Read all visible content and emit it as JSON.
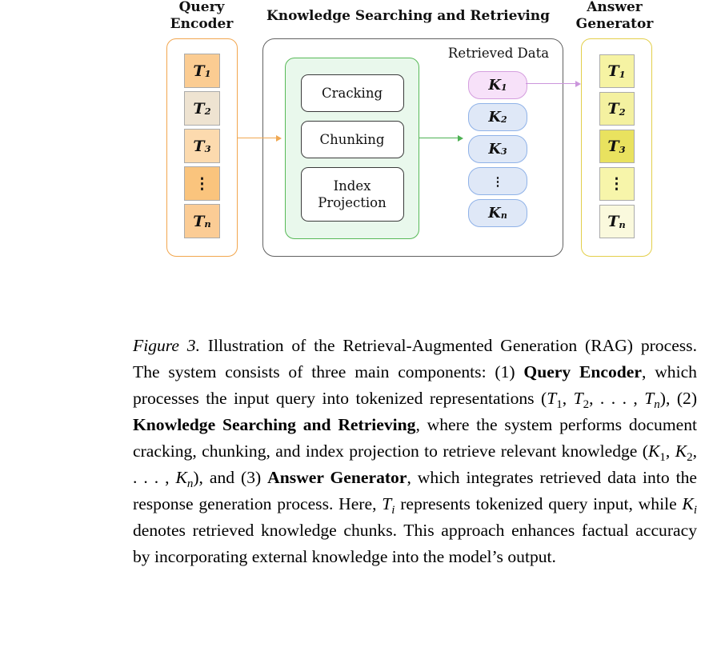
{
  "diagram": {
    "query_encoder": {
      "title_line1": "Query",
      "title_line2": "Encoder",
      "border_color": "#f2a64e",
      "tokens": [
        {
          "main": "T",
          "sub": "1",
          "fill": "#fbcc92"
        },
        {
          "main": "T",
          "sub": "2",
          "fill": "#eee3d1"
        },
        {
          "main": "T",
          "sub": "3",
          "fill": "#fcdaae"
        },
        {
          "main": "⋮",
          "sub": "",
          "fill": "#fac47d"
        },
        {
          "main": "T",
          "sub": "n",
          "fill": "#fbcc95"
        }
      ]
    },
    "knowledge": {
      "title": "Knowledge Searching and Retrieving",
      "green_box_fill": "#e9f8ec",
      "green_box_border": "#57b957",
      "process_steps": [
        "Cracking",
        "Chunking",
        "Index Projection"
      ],
      "retrieved_data_label": "Retrieved Data",
      "chunks": [
        {
          "main": "K",
          "sub": "1",
          "fill": "#f7e1f9",
          "border": "#d49ede"
        },
        {
          "main": "K",
          "sub": "2",
          "fill": "#dfe8f7",
          "border": "#8fb2e8"
        },
        {
          "main": "K",
          "sub": "3",
          "fill": "#dfe8f7",
          "border": "#8fb2e8"
        },
        {
          "main": "⋮",
          "sub": "",
          "fill": "#dfe8f7",
          "border": "#8fb2e8"
        },
        {
          "main": "K",
          "sub": "n",
          "fill": "#dfe8f7",
          "border": "#8fb2e8"
        }
      ]
    },
    "answer_generator": {
      "title_line1": "Answer",
      "title_line2": "Generator",
      "border_color": "#e3cf4a",
      "tokens": [
        {
          "main": "T",
          "sub": "1",
          "fill": "#f6f3a3"
        },
        {
          "main": "T",
          "sub": "2",
          "fill": "#f4f1a0"
        },
        {
          "main": "T",
          "sub": "3",
          "fill": "#e9e25f"
        },
        {
          "main": "⋮",
          "sub": "",
          "fill": "#f7f5aa"
        },
        {
          "main": "T",
          "sub": "n",
          "fill": "#faf9dd"
        }
      ]
    },
    "arrows": {
      "encoder_to_knowledge_color": "#f0a852",
      "knowledge_to_chunks_color": "#4db153",
      "chunk_to_answer_color": "#cb96dc"
    }
  },
  "caption": {
    "runs": [
      {
        "text": "Figure 3.",
        "i": true
      },
      {
        "text": " Illustration of the Retrieval-Augmented Generation (RAG) process.  The system consists of three main components: (1) "
      },
      {
        "text": "Query Encoder",
        "b": true
      },
      {
        "text": ", which processes the input query into tokenized representations ("
      },
      {
        "text": "T",
        "i": true
      },
      {
        "text": "1",
        "sub": true
      },
      {
        "text": ", "
      },
      {
        "text": "T",
        "i": true
      },
      {
        "text": "2",
        "sub": true
      },
      {
        "text": ", . . . , "
      },
      {
        "text": "T",
        "i": true
      },
      {
        "text": "n",
        "sub": true,
        "i": true
      },
      {
        "text": "), (2) "
      },
      {
        "text": "Knowledge Searching and Retrieving",
        "b": true
      },
      {
        "text": ", where the system performs document cracking, chunking, and index projection to retrieve relevant knowledge ("
      },
      {
        "text": "K",
        "i": true
      },
      {
        "text": "1",
        "sub": true
      },
      {
        "text": ", "
      },
      {
        "text": "K",
        "i": true
      },
      {
        "text": "2",
        "sub": true
      },
      {
        "text": ", . . . , "
      },
      {
        "text": "K",
        "i": true
      },
      {
        "text": "n",
        "sub": true,
        "i": true
      },
      {
        "text": "), and (3) "
      },
      {
        "text": "Answer Generator",
        "b": true
      },
      {
        "text": ", which integrates retrieved data into the response generation process. Here, "
      },
      {
        "text": "T",
        "i": true
      },
      {
        "text": "i",
        "sub": true,
        "i": true
      },
      {
        "text": " represents tokenized query input, while "
      },
      {
        "text": "K",
        "i": true
      },
      {
        "text": "i",
        "sub": true,
        "i": true
      },
      {
        "text": " denotes retrieved knowledge chunks. This approach enhances factual accuracy by incorporating external knowledge into the model’s output."
      }
    ]
  }
}
